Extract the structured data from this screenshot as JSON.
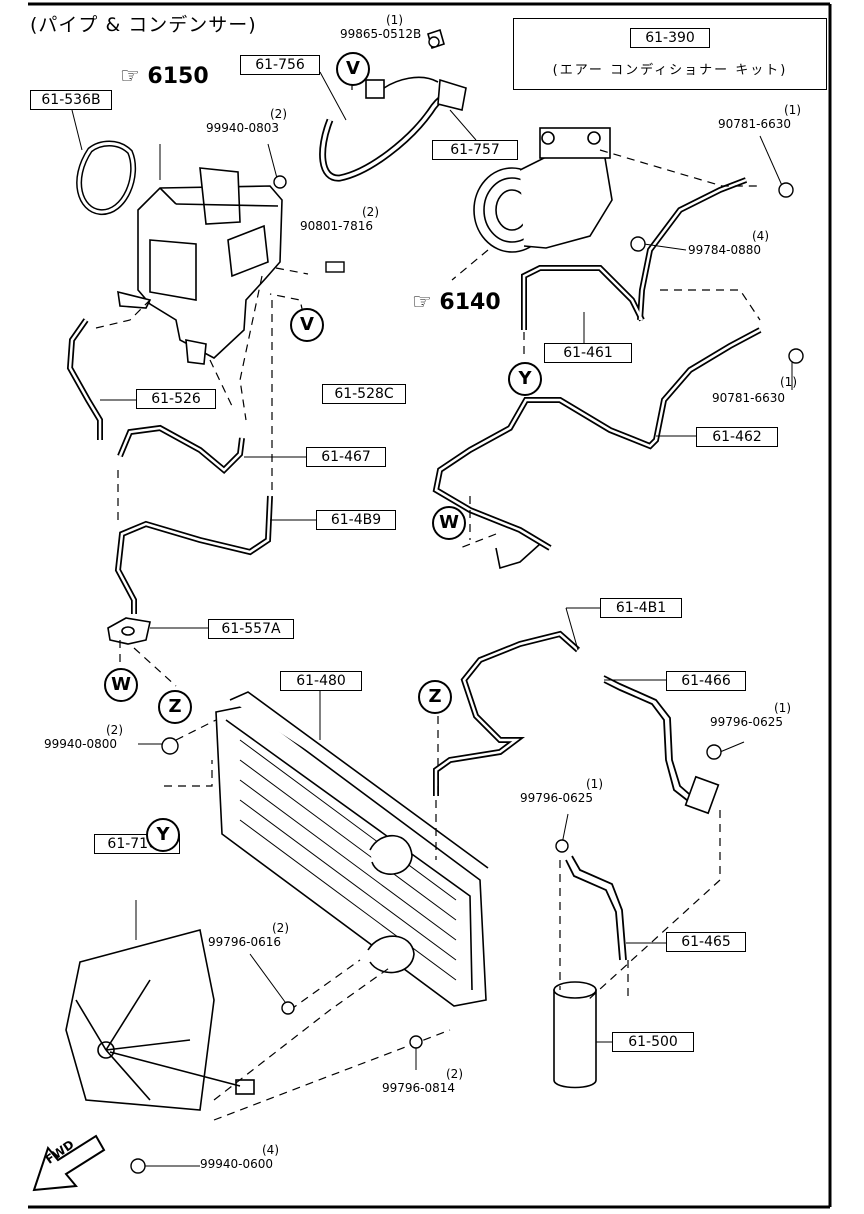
{
  "header": {
    "title": "(パイプ & コンデンサー)"
  },
  "kit": {
    "code": "61-390",
    "name": "(エアー コンディショナー キット)"
  },
  "ref_groups": [
    {
      "id": "ref-6150",
      "text": "6150"
    },
    {
      "id": "ref-6140",
      "text": "6140"
    }
  ],
  "part_boxes": {
    "p61_536B": "61-536B",
    "p61_756": "61-756",
    "p61_757": "61-757",
    "p61_528C": "61-528C",
    "p61_461": "61-461",
    "p61_462": "61-462",
    "p61_526": "61-526",
    "p61_467": "61-467",
    "p61_4B9": "61-4B9",
    "p61_557A": "61-557A",
    "p61_4B1": "61-4B1",
    "p61_466": "61-466",
    "p61_480": "61-480",
    "p61_465": "61-465",
    "p61_710A": "61-710A",
    "p61_500": "61-500"
  },
  "fasteners": {
    "f99865": {
      "code": "99865-0512B",
      "qty": "(1)"
    },
    "f99940_0803": {
      "code": "99940-0803",
      "qty": "(2)"
    },
    "f90801": {
      "code": "90801-7816",
      "qty": "(2)"
    },
    "f90781_top": {
      "code": "90781-6630",
      "qty": "(1)"
    },
    "f99784": {
      "code": "99784-0880",
      "qty": "(4)"
    },
    "f90781_mid": {
      "code": "90781-6630",
      "qty": "(1)"
    },
    "f99796_0625a": {
      "code": "99796-0625",
      "qty": "(1)"
    },
    "f99940_0800": {
      "code": "99940-0800",
      "qty": "(2)"
    },
    "f99796_0625b": {
      "code": "99796-0625",
      "qty": "(1)"
    },
    "f99796_0616": {
      "code": "99796-0616",
      "qty": "(2)"
    },
    "f99796_0814": {
      "code": "99796-0814",
      "qty": "(2)"
    },
    "f99940_0600": {
      "code": "99940-0600",
      "qty": "(4)"
    }
  },
  "connection_markers": {
    "v_top": "V",
    "v_mid": "V",
    "y_right": "Y",
    "w_right": "W",
    "w_left": "W",
    "z_left": "Z",
    "y_left": "Y",
    "z_right": "Z"
  },
  "fwd_label": "FWD"
}
